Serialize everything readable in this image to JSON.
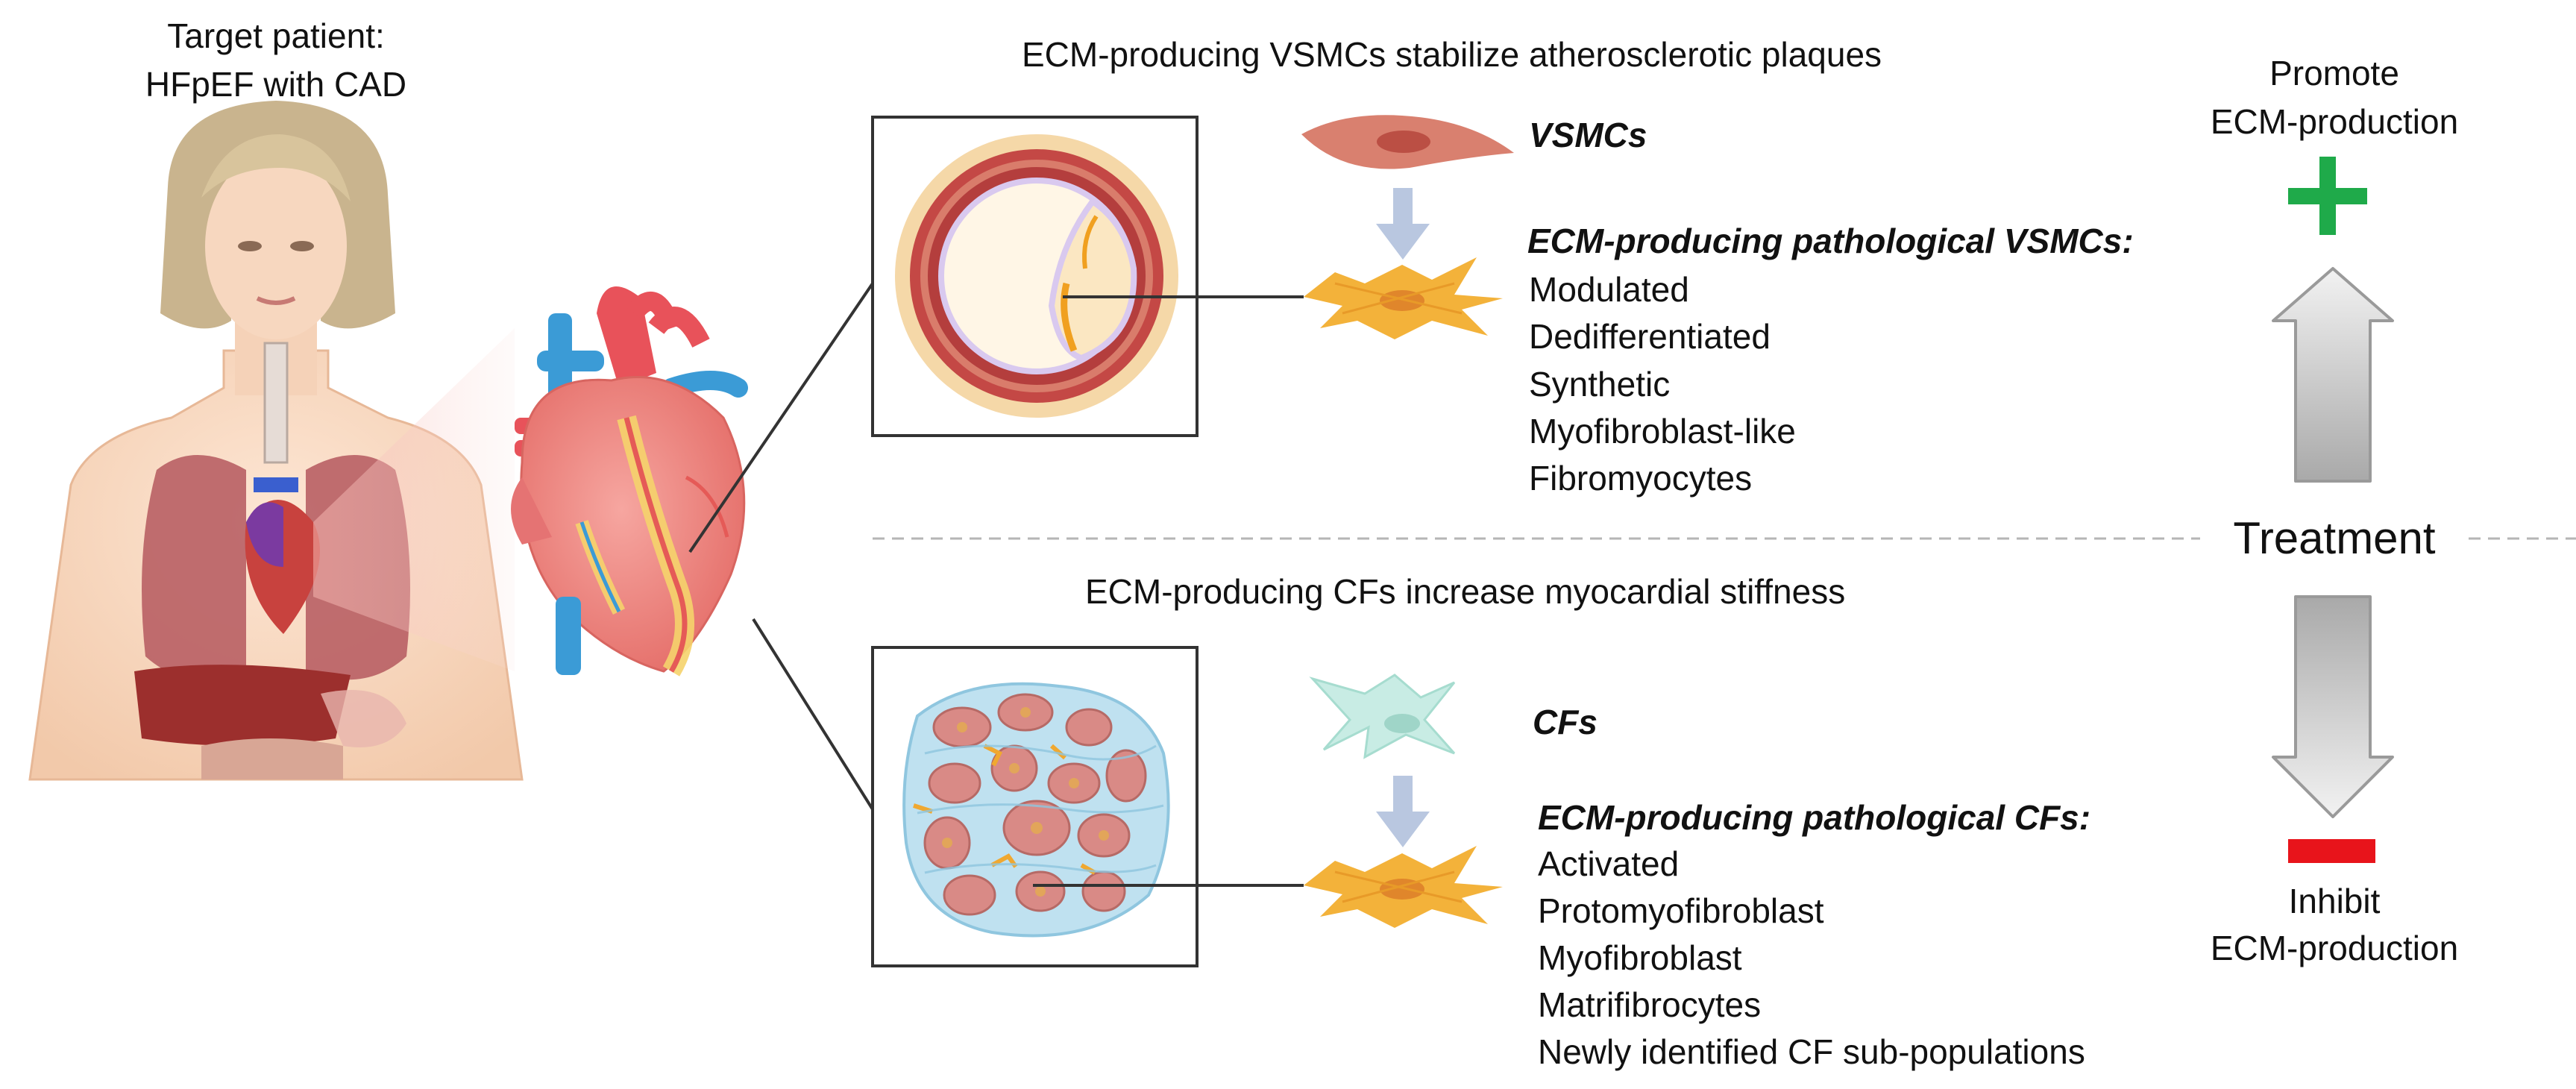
{
  "patient": {
    "title_line1": "Target patient:",
    "title_line2": "HFpEF with CAD"
  },
  "vsmc_section": {
    "heading": "ECM-producing VSMCs stabilize atherosclerotic plaques",
    "cell_label": "VSMCs",
    "patho_label": "ECM-producing pathological VSMCs:",
    "states": [
      "Modulated",
      "Dedifferentiated",
      "Synthetic",
      "Myofibroblast-like",
      "Fibromyocytes"
    ]
  },
  "cf_section": {
    "heading": "ECM-producing CFs increase myocardial stiffness",
    "cell_label": "CFs",
    "patho_label": "ECM-producing pathological CFs:",
    "states": [
      "Activated",
      "Protomyofibroblast",
      "Myofibroblast",
      "Matrifibrocytes",
      "Newly identified CF sub-populations"
    ]
  },
  "treatment": {
    "label": "Treatment",
    "promote_line1": "Promote",
    "promote_line2": "ECM-production",
    "inhibit_line1": "Inhibit",
    "inhibit_line2": "ECM-production",
    "plus_color": "#1faa4a",
    "minus_color": "#e8141b"
  },
  "icons": [
    "human-torso-icon",
    "heart-icon",
    "artery-cross-section-icon",
    "myocardium-tissue-icon",
    "vsmc-cell-icon",
    "fibroblast-cell-icon",
    "activated-cell-icon",
    "up-arrow-icon",
    "down-arrow-icon",
    "plus-icon",
    "minus-icon"
  ]
}
